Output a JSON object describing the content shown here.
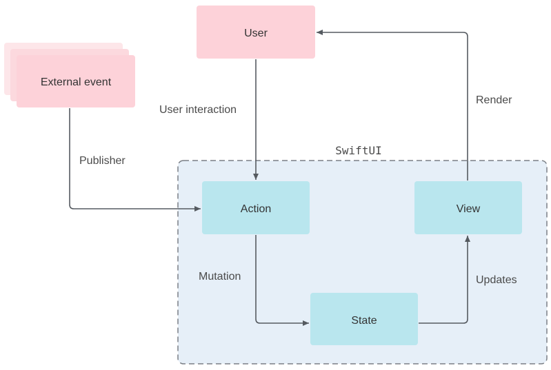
{
  "colors": {
    "external_node": "#fdd2d9",
    "external_stack": "#fde6e9",
    "app_node": "#b9e6ee",
    "framework_region_fill": "#e6eff8",
    "framework_region_border": "#7a7f86",
    "arrow": "#555a60",
    "text": "#333333"
  },
  "framework_region": {
    "label": "SwiftUI"
  },
  "nodes": {
    "user": {
      "label": "User"
    },
    "external_event": {
      "label": "External event"
    },
    "action": {
      "label": "Action"
    },
    "view": {
      "label": "View"
    },
    "state": {
      "label": "State"
    }
  },
  "edges": {
    "user_interaction": {
      "label": "User interaction",
      "from": "User",
      "to": "Action"
    },
    "publisher": {
      "label": "Publisher",
      "from": "External event",
      "to": "Action"
    },
    "render": {
      "label": "Render",
      "from": "View",
      "to": "User"
    },
    "mutation": {
      "label": "Mutation",
      "from": "Action",
      "to": "State"
    },
    "updates": {
      "label": "Updates",
      "from": "State",
      "to": "View"
    }
  }
}
